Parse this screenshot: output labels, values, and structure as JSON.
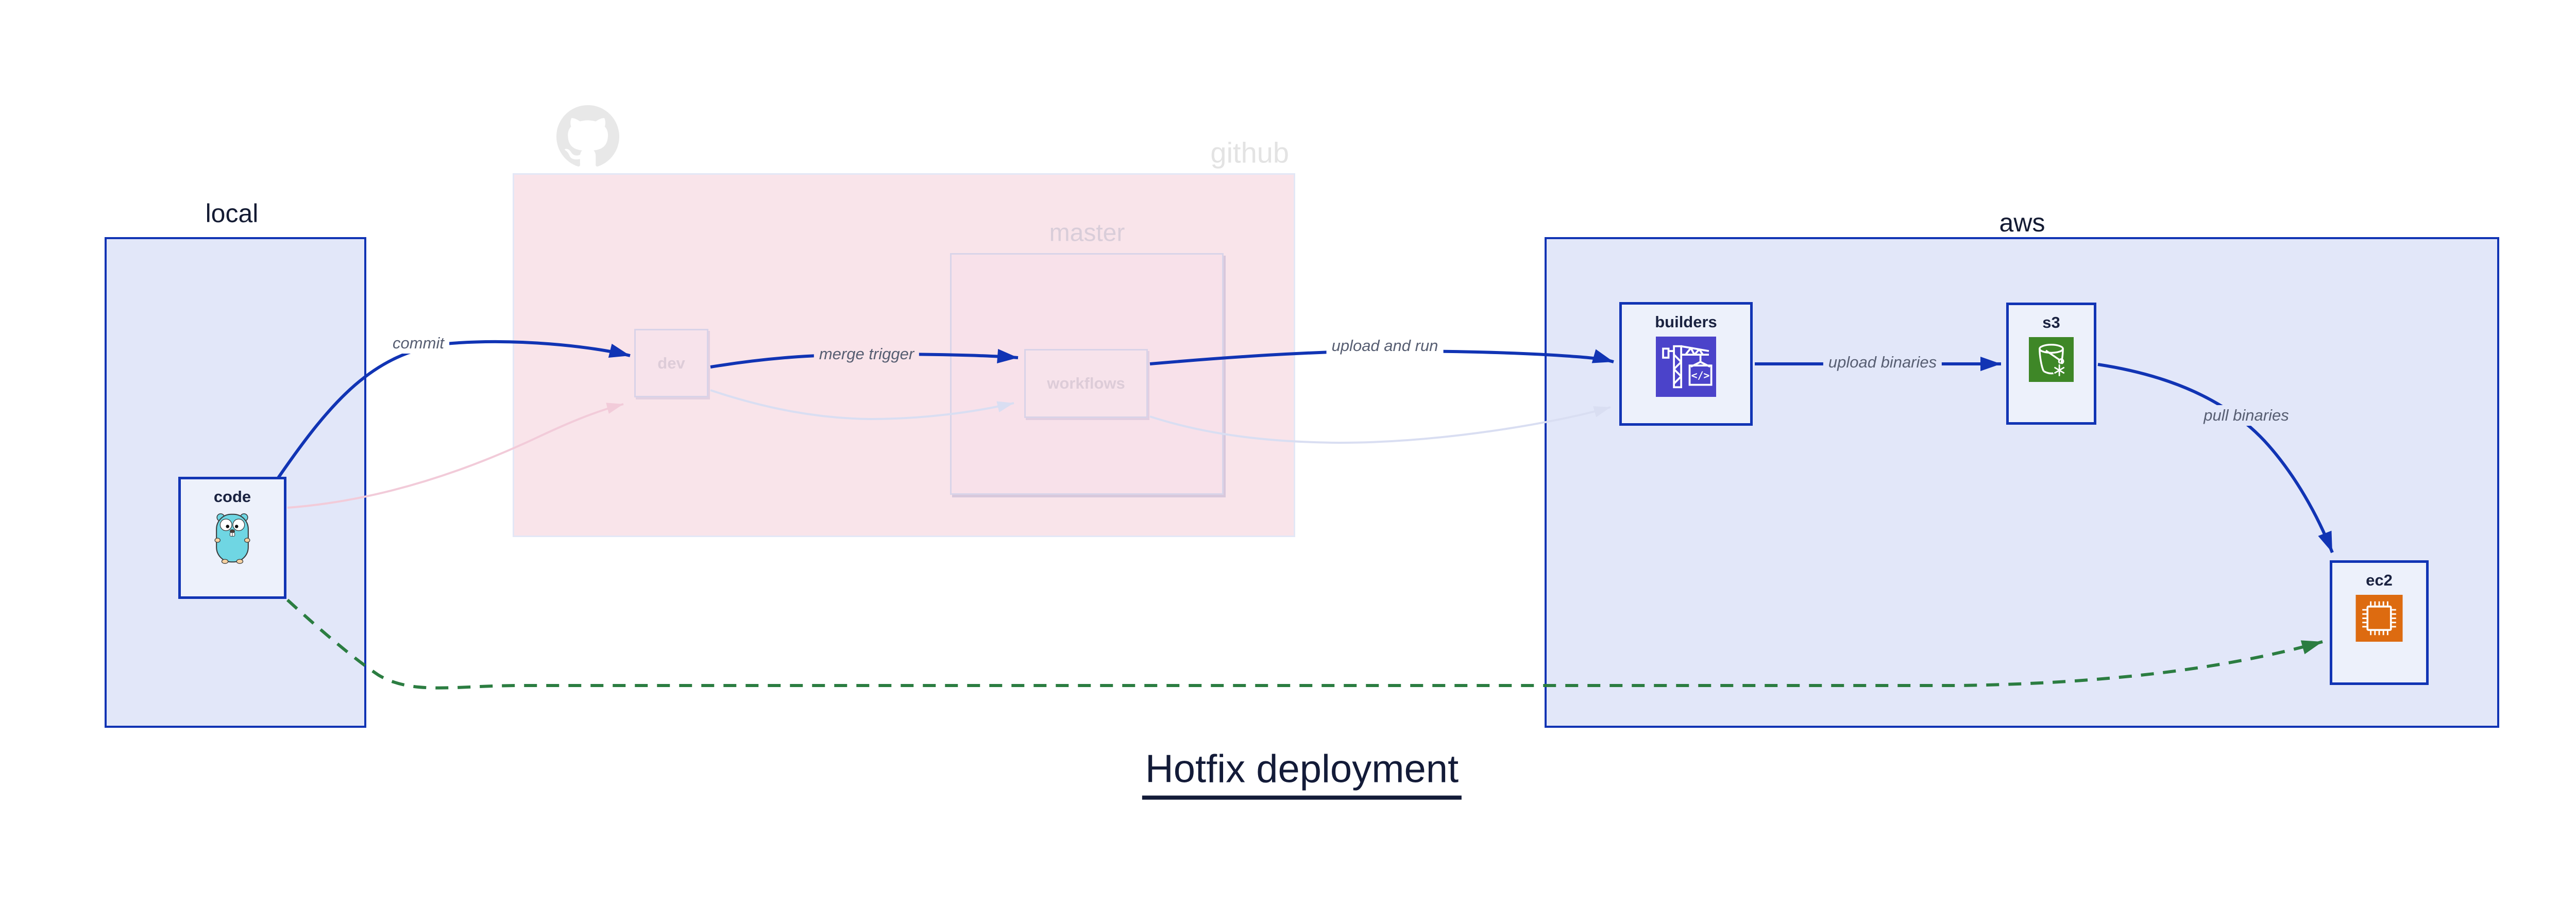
{
  "title": {
    "text": "Hotfix deployment"
  },
  "clusters": {
    "local": {
      "label": "local"
    },
    "github": {
      "label": "github"
    },
    "master": {
      "label": "master"
    },
    "aws": {
      "label": "aws"
    }
  },
  "nodes": {
    "code": {
      "label": "code",
      "icon": "go-gopher-icon"
    },
    "dev": {
      "label": "dev"
    },
    "workflows": {
      "label": "workflows"
    },
    "builders": {
      "label": "builders",
      "icon": "codebuild-crane-icon",
      "icon_glyph": "</>"
    },
    "s3": {
      "label": "s3",
      "icon": "s3-bucket-snowflake-icon"
    },
    "ec2": {
      "label": "ec2",
      "icon": "ec2-chip-icon"
    }
  },
  "edges": {
    "commit": {
      "label": "commit",
      "style": "solid",
      "color": "#1134b4"
    },
    "merge_trigger": {
      "label": "merge trigger",
      "style": "solid",
      "color": "#1134b4"
    },
    "upload_and_run": {
      "label": "upload and run",
      "style": "solid",
      "color": "#1134b4"
    },
    "upload_binaries": {
      "label": "upload binaries",
      "style": "solid",
      "color": "#1134b4"
    },
    "pull_binaries": {
      "label": "pull binaries",
      "style": "solid",
      "color": "#1134b4"
    },
    "hotfix_direct": {
      "label": "",
      "style": "dashed",
      "color": "#2b7d41"
    },
    "code_dev_faded": {
      "label": "",
      "style": "faded",
      "color": "#f2cbd9"
    },
    "dev_workflows_faded": {
      "label": "",
      "style": "faded",
      "color": "#d9def2"
    },
    "workflows_builders_faded": {
      "label": "",
      "style": "faded",
      "color": "#d9def2"
    }
  },
  "colors": {
    "primary_blue": "#1134b4",
    "hotfix_green": "#2b7d41",
    "cluster_blue_fill": "#e2e7f9",
    "node_fill": "#edf1fb",
    "github_pink_fill": "#f9e4ea",
    "master_fill": "#f8e1ea",
    "faded_border": "#d9d3e8",
    "faded_text": "#ddccd8",
    "edge_label_gray": "#575e72",
    "github_label_gray": "#e3e3e3",
    "octocat_gray": "#e8e8e8",
    "codebuild_indigo": "#4b43ca",
    "s3_green": "#3e8727",
    "ec2_orange": "#dd6b10",
    "gopher_teal": "#6fd6e3",
    "title_navy": "#131b38"
  }
}
